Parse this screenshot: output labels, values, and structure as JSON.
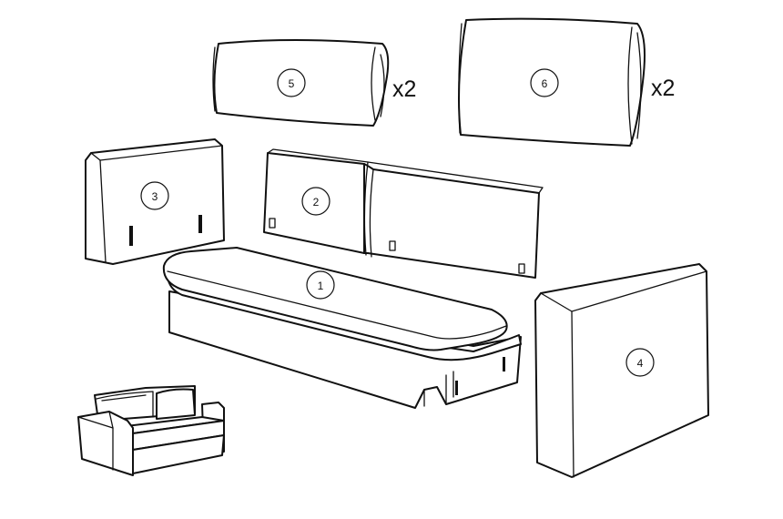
{
  "parts": [
    {
      "id": "seat-base",
      "label": "1"
    },
    {
      "id": "backrest",
      "label": "2"
    },
    {
      "id": "left-armrest",
      "label": "3"
    },
    {
      "id": "right-armrest",
      "label": "4"
    },
    {
      "id": "small-cushion",
      "label": "5",
      "quantity": "x2"
    },
    {
      "id": "large-cushion",
      "label": "6",
      "quantity": "x2"
    }
  ],
  "colors": {
    "line": "#111111",
    "fill": "#ffffff"
  }
}
